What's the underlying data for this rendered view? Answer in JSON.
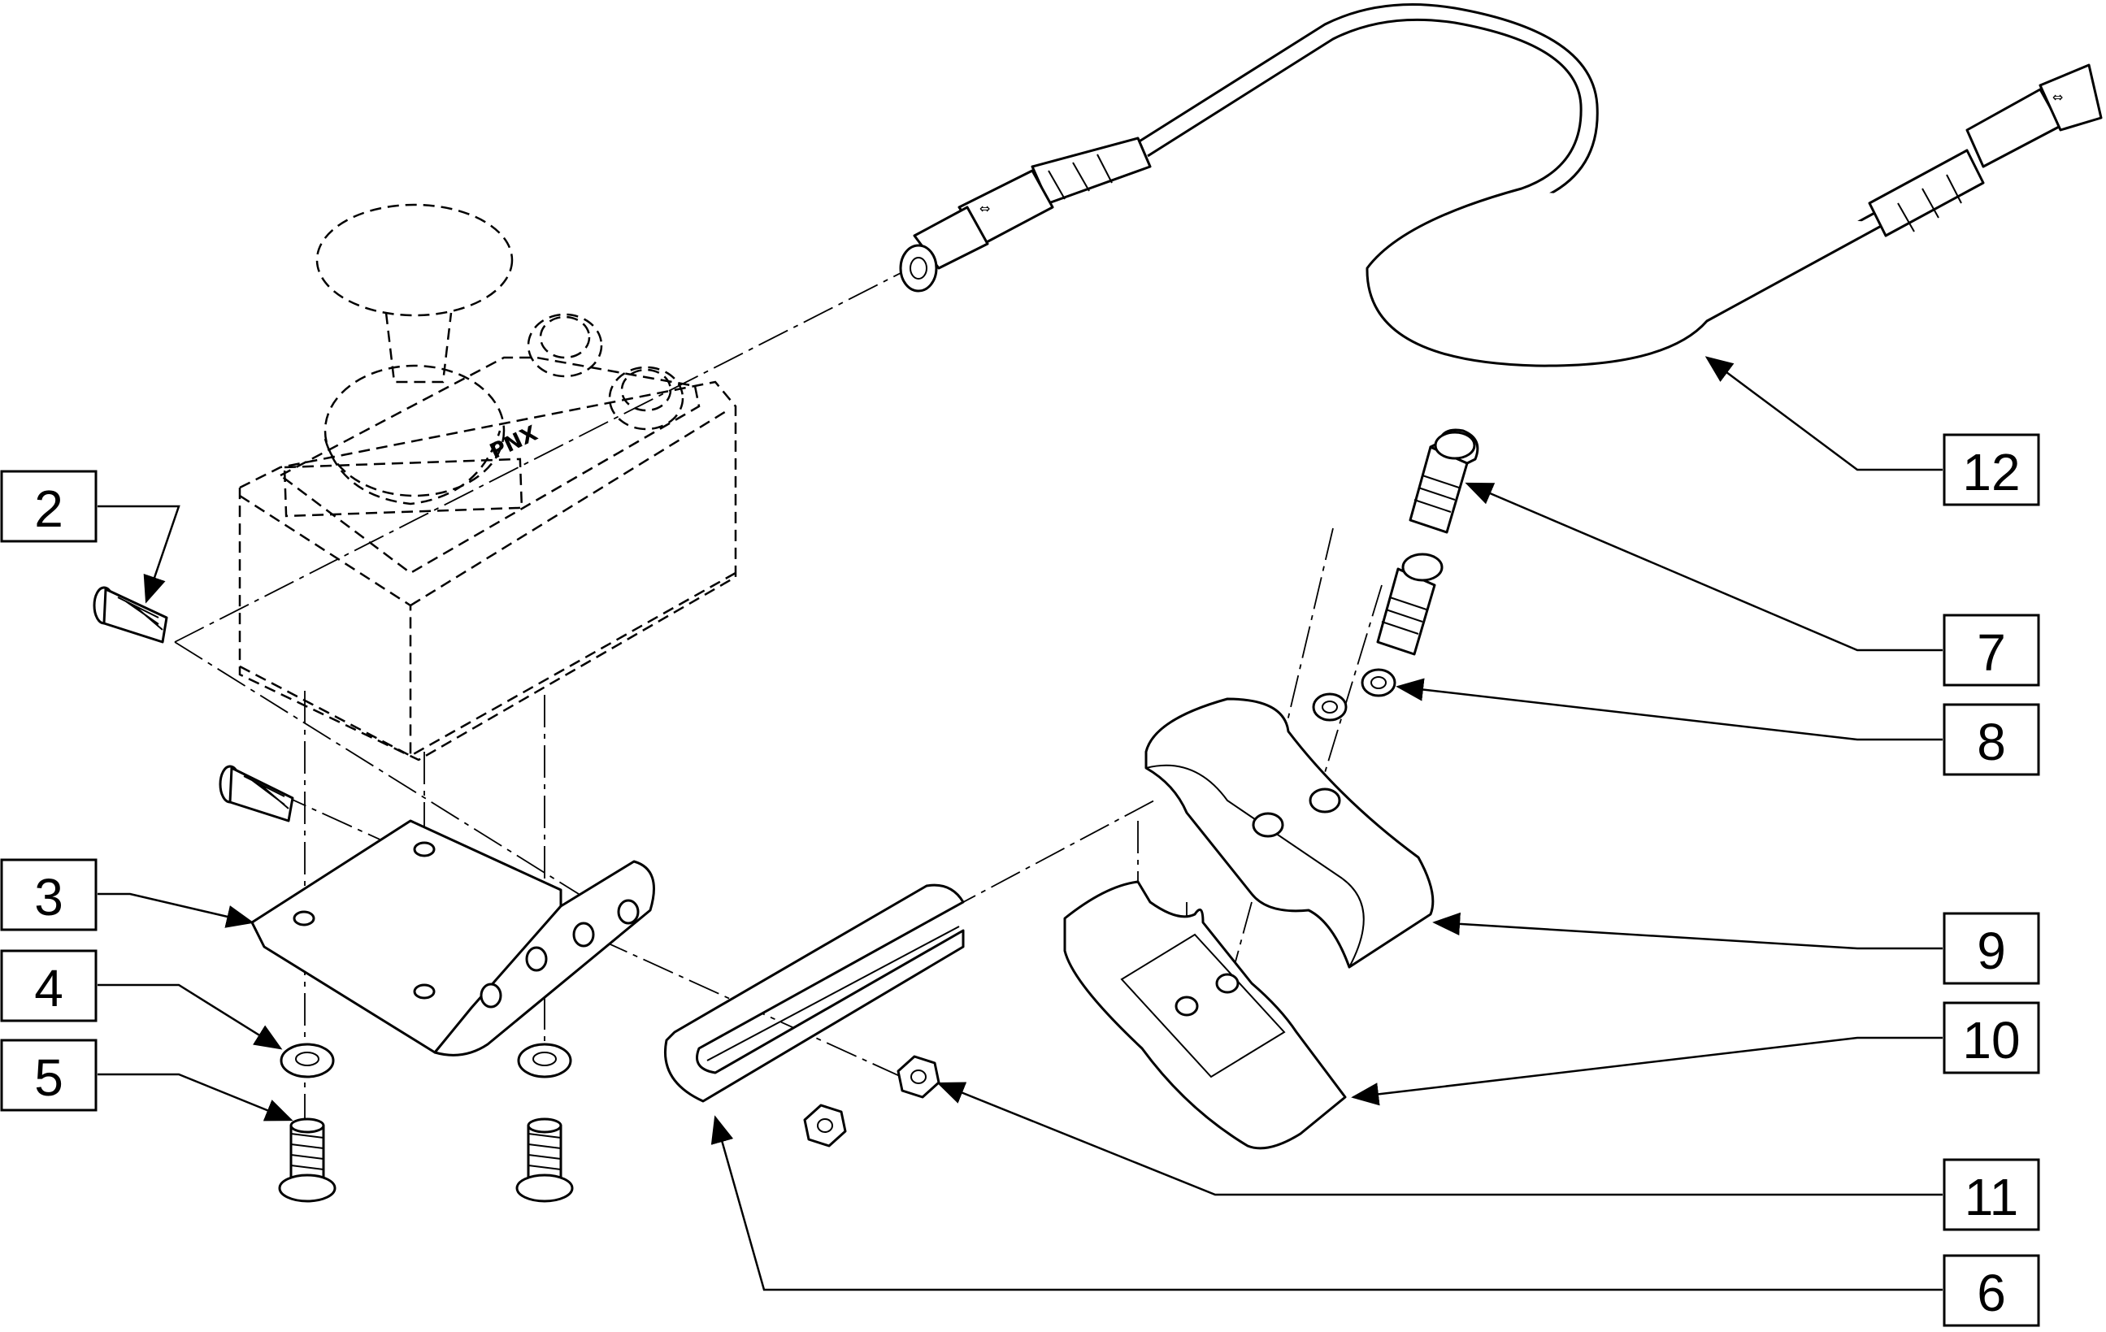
{
  "callouts": [
    {
      "id": "2",
      "label": "2"
    },
    {
      "id": "3",
      "label": "3"
    },
    {
      "id": "4",
      "label": "4"
    },
    {
      "id": "5",
      "label": "5"
    },
    {
      "id": "6",
      "label": "6"
    },
    {
      "id": "7",
      "label": "7"
    },
    {
      "id": "8",
      "label": "8"
    },
    {
      "id": "9",
      "label": "9"
    },
    {
      "id": "10",
      "label": "10"
    },
    {
      "id": "11",
      "label": "11"
    },
    {
      "id": "12",
      "label": "12"
    }
  ],
  "joystick_logo": "PNX"
}
